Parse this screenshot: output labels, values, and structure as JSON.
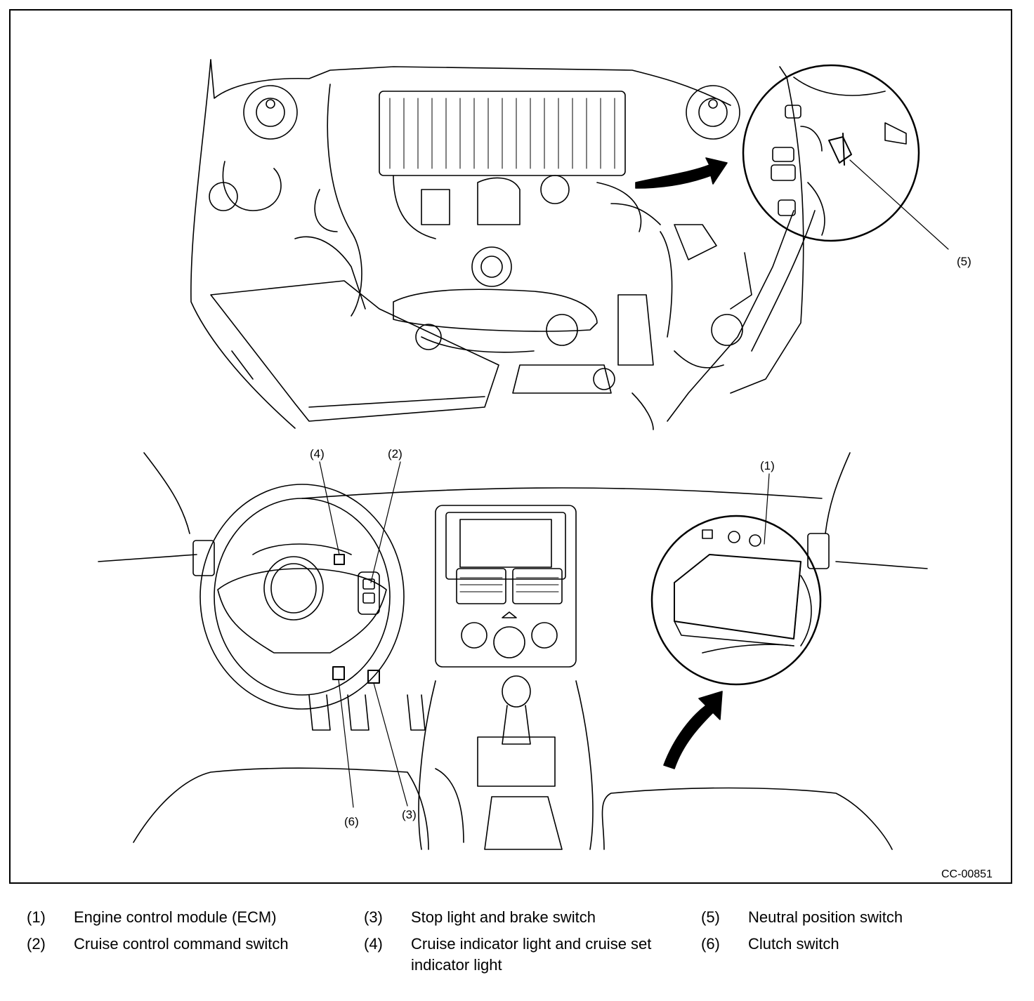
{
  "figure": {
    "code": "CC-00851",
    "callouts": [
      "(1)",
      "(2)",
      "(3)",
      "(4)",
      "(5)",
      "(6)"
    ]
  },
  "legend": [
    {
      "num": "(1)",
      "text": "Engine control module (ECM)"
    },
    {
      "num": "(2)",
      "text": "Cruise control command switch"
    },
    {
      "num": "(3)",
      "text": "Stop light and brake switch"
    },
    {
      "num": "(4)",
      "text": "Cruise indicator light and cruise set indicator light"
    },
    {
      "num": "(5)",
      "text": "Neutral position switch"
    },
    {
      "num": "(6)",
      "text": "Clutch switch"
    }
  ]
}
